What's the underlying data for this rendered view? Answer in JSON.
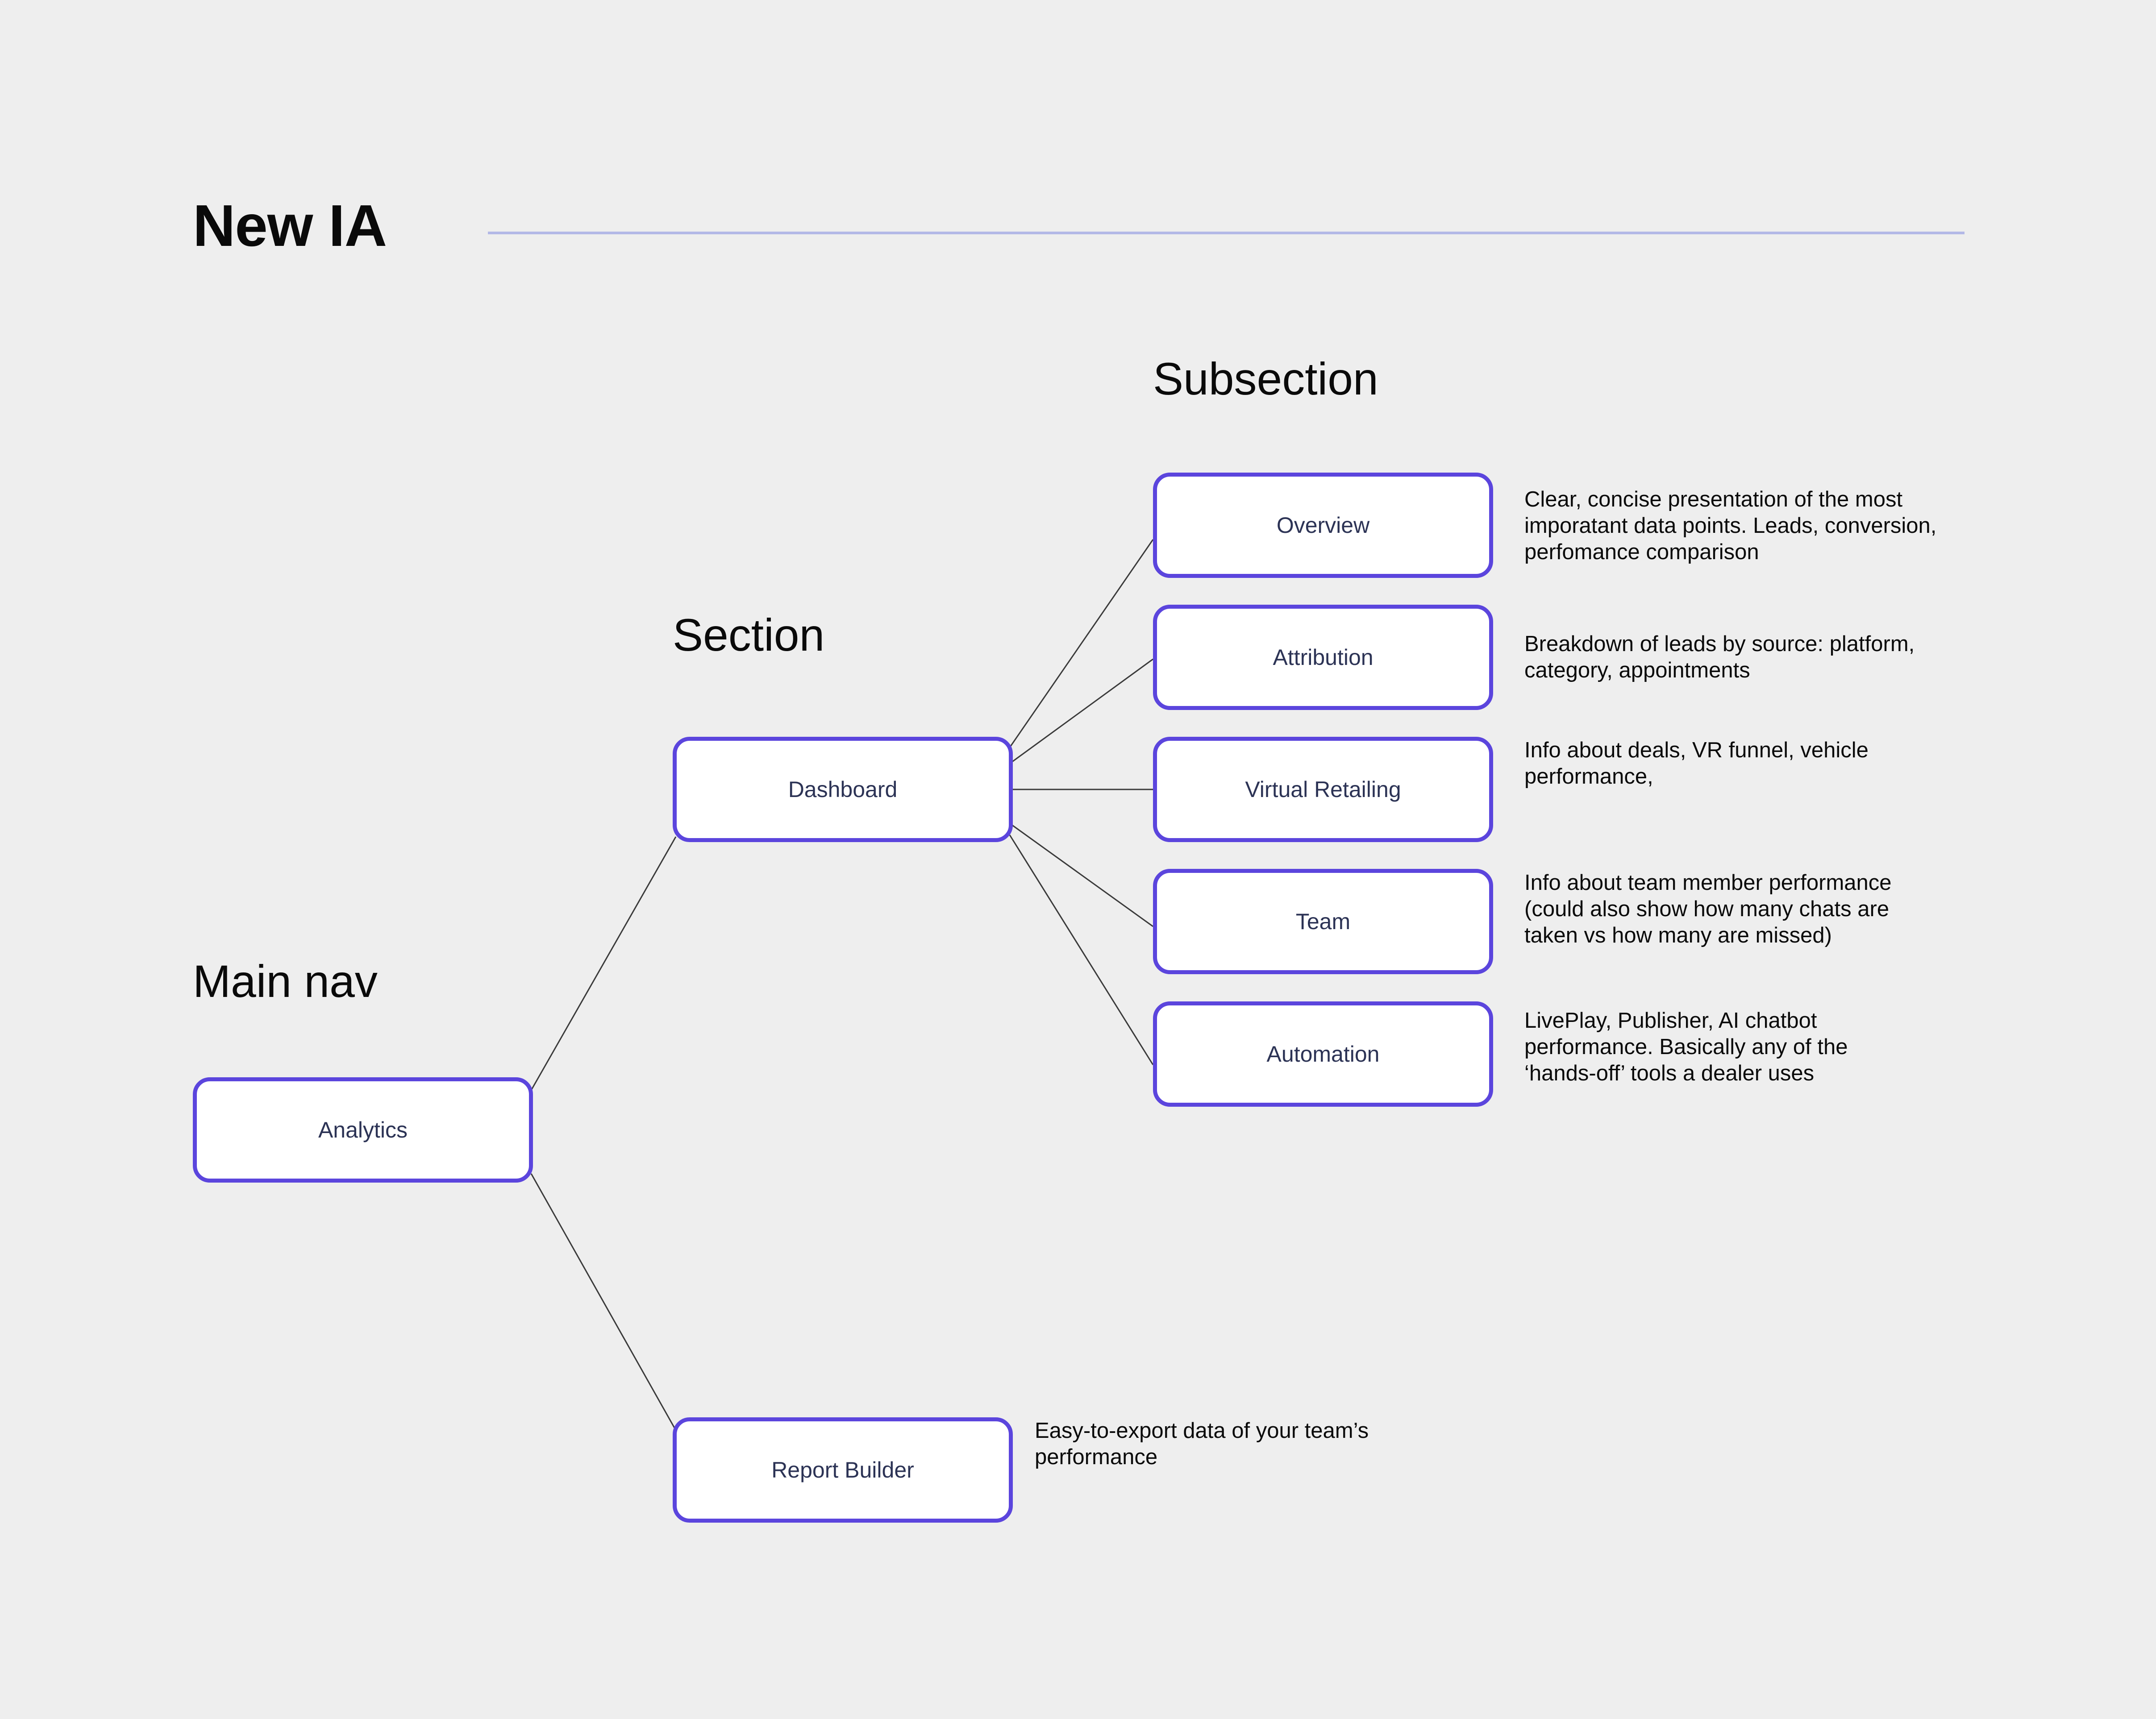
{
  "title": "New IA",
  "columns": {
    "main_nav": "Main nav",
    "section": "Section",
    "subsection": "Subsection"
  },
  "nodes": {
    "analytics": "Analytics",
    "dashboard": "Dashboard",
    "report_builder": "Report Builder",
    "overview": "Overview",
    "attribution": "Attribution",
    "virtual_retailing": "Virtual Retailing",
    "team": "Team",
    "automation": "Automation"
  },
  "descriptions": {
    "overview": "Clear, concise presentation of the most\nimporatant data points. Leads, conversion,\nperfomance comparison",
    "attribution": "Breakdown of leads by source: platform,\ncategory, appointments",
    "virtual_retailing": "Info about deals, VR funnel, vehicle\nperformance,",
    "team": "Info about team member performance\n(could also show how many chats are\ntaken vs how many are missed)",
    "automation": "LivePlay, Publisher, AI chatbot\nperformance. Basically any of the\n‘hands-off’ tools a dealer uses",
    "report_builder": "Easy-to-export data of your team’s\nperformance"
  },
  "colors": {
    "background": "#eeeeee",
    "node_border": "#5b45dd",
    "node_fill": "#ffffff",
    "node_text": "#2c3355",
    "title_rule": "#b3b8e6",
    "connector": "#3a3a3a"
  }
}
